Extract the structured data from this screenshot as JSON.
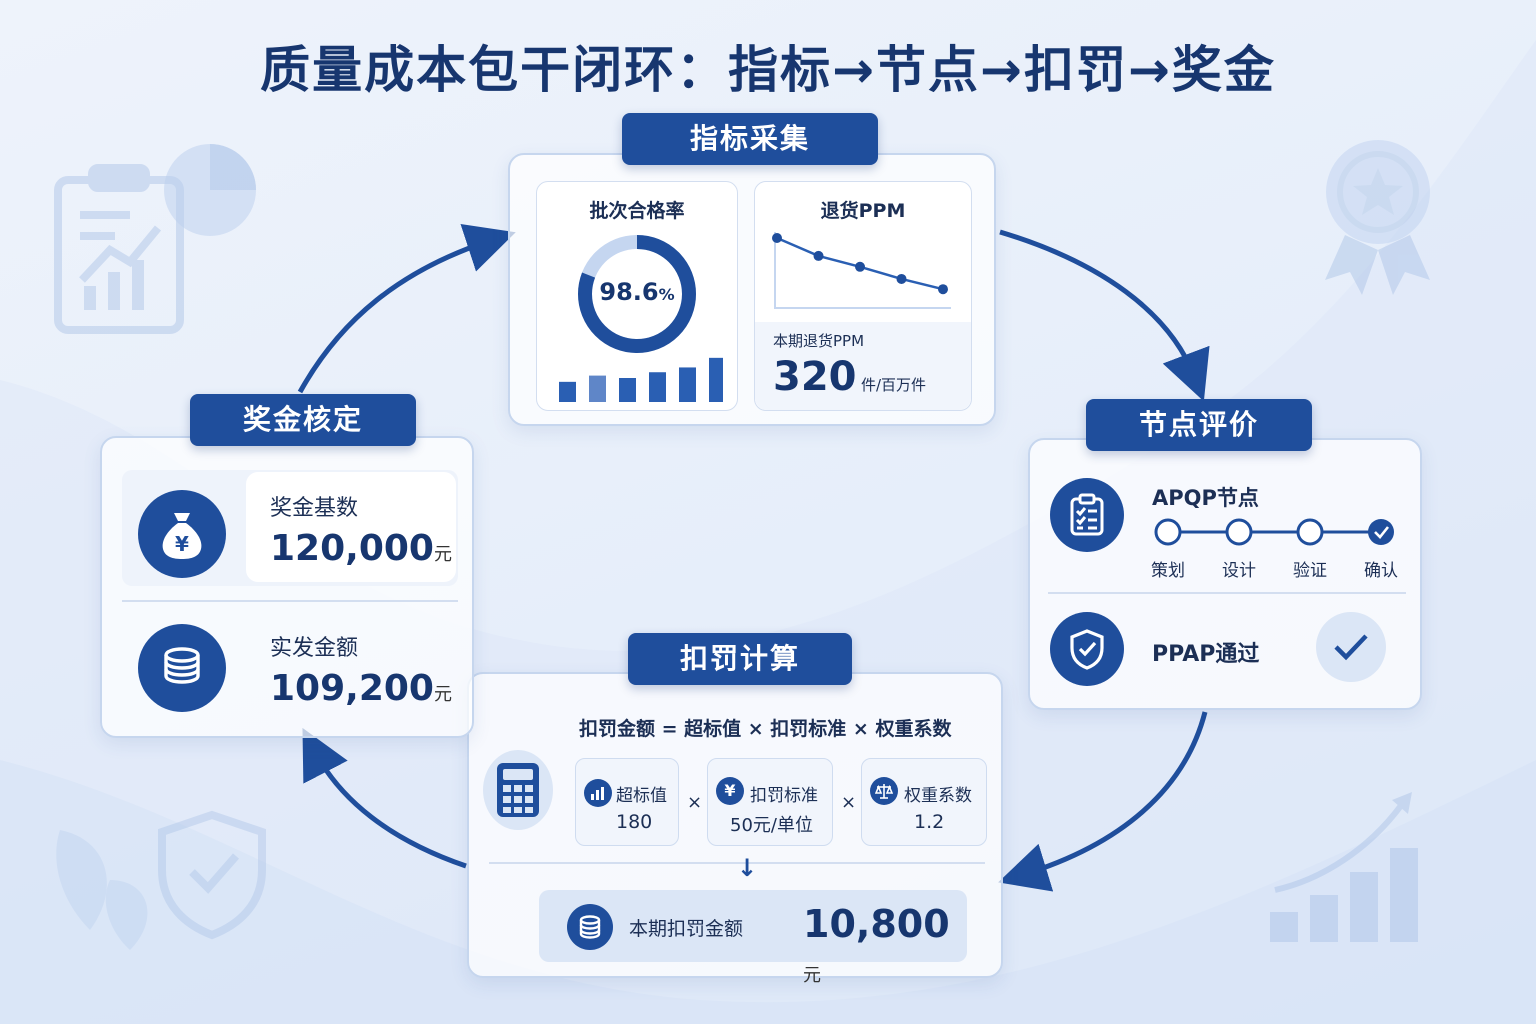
{
  "title": "质量成本包干闭环：指标→节点→扣罚→奖金",
  "colors": {
    "primary": "#1f4e9c",
    "light": "#bcd0ef",
    "text": "#17366f"
  },
  "indicator": {
    "tag": "指标采集",
    "pass_rate": {
      "label": "批次合格率",
      "value": "98.6",
      "unit": "%",
      "percent": 0.986
    },
    "return": {
      "label": "退货PPM",
      "trend": [
        1.0,
        0.72,
        0.55,
        0.36,
        0.2
      ],
      "period_label": "本期退货PPM",
      "value": "320",
      "unit": "件/百万件"
    },
    "bars": [
      0.42,
      0.55,
      0.5,
      0.62,
      0.72,
      0.92
    ]
  },
  "node": {
    "tag": "节点评价",
    "apqp_label": "APQP节点",
    "steps": [
      "策划",
      "设计",
      "验证",
      "确认"
    ],
    "completed_step": 3,
    "ppap_label": "PPAP通过",
    "icons": {
      "clipboard": "clipboard-icon",
      "shield": "shield-check-icon",
      "check": "check-icon"
    }
  },
  "penalty": {
    "tag": "扣罚计算",
    "formula": "扣罚金额 = 超标值 × 扣罚标准 × 权重系数",
    "factors": [
      {
        "label": "超标值",
        "value": "180",
        "icon": "bar-chart-icon"
      },
      {
        "label": "扣罚标准",
        "value": "50元/单位",
        "icon": "yen-icon"
      },
      {
        "label": "权重系数",
        "value": "1.2",
        "icon": "scale-icon"
      }
    ],
    "times": "×",
    "arrow": "↓",
    "result_label": "本期扣罚金额",
    "result_value": "10,800",
    "result_unit": "元"
  },
  "bonus": {
    "tag": "奖金核定",
    "base_label": "奖金基数",
    "base_value": "120,000",
    "base_unit": "元",
    "actual_label": "实发金额",
    "actual_value": "109,200",
    "actual_unit": "元",
    "yen": "¥"
  }
}
